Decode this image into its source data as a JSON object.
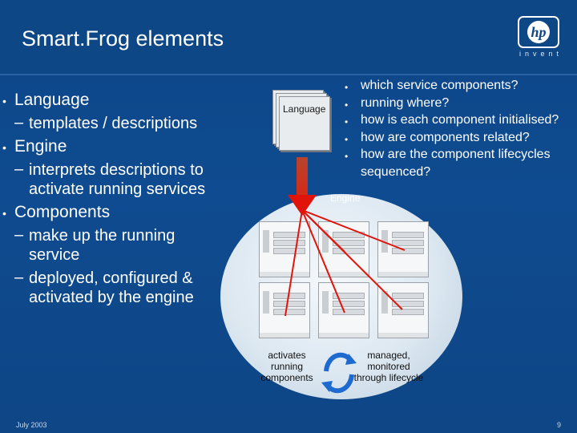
{
  "slide": {
    "title": "Smart.Frog elements",
    "logo_text": "invent"
  },
  "bullets": [
    {
      "label": "Language",
      "subs": [
        "templates / descriptions"
      ]
    },
    {
      "label": "Engine",
      "subs": [
        "interprets descriptions to activate running services"
      ]
    },
    {
      "label": "Components",
      "subs": [
        "make up the running service",
        "deployed, configured & activated by the engine"
      ]
    }
  ],
  "diagram": {
    "language_label": "Language",
    "engine_label": "Engine",
    "left_caption": "activates running components",
    "right_caption": "managed, monitored through lifecycle",
    "questions": [
      "which service components?",
      "running where?",
      "how is each component initialised?",
      "how are components related?",
      "how are the component lifecycles",
      "sequenced?"
    ]
  },
  "footer": {
    "date": "July 2003",
    "page": "9"
  },
  "colors": {
    "background": "#0f4a8c",
    "arrow": "#e0140a",
    "ellipse": "#dde8f1"
  }
}
